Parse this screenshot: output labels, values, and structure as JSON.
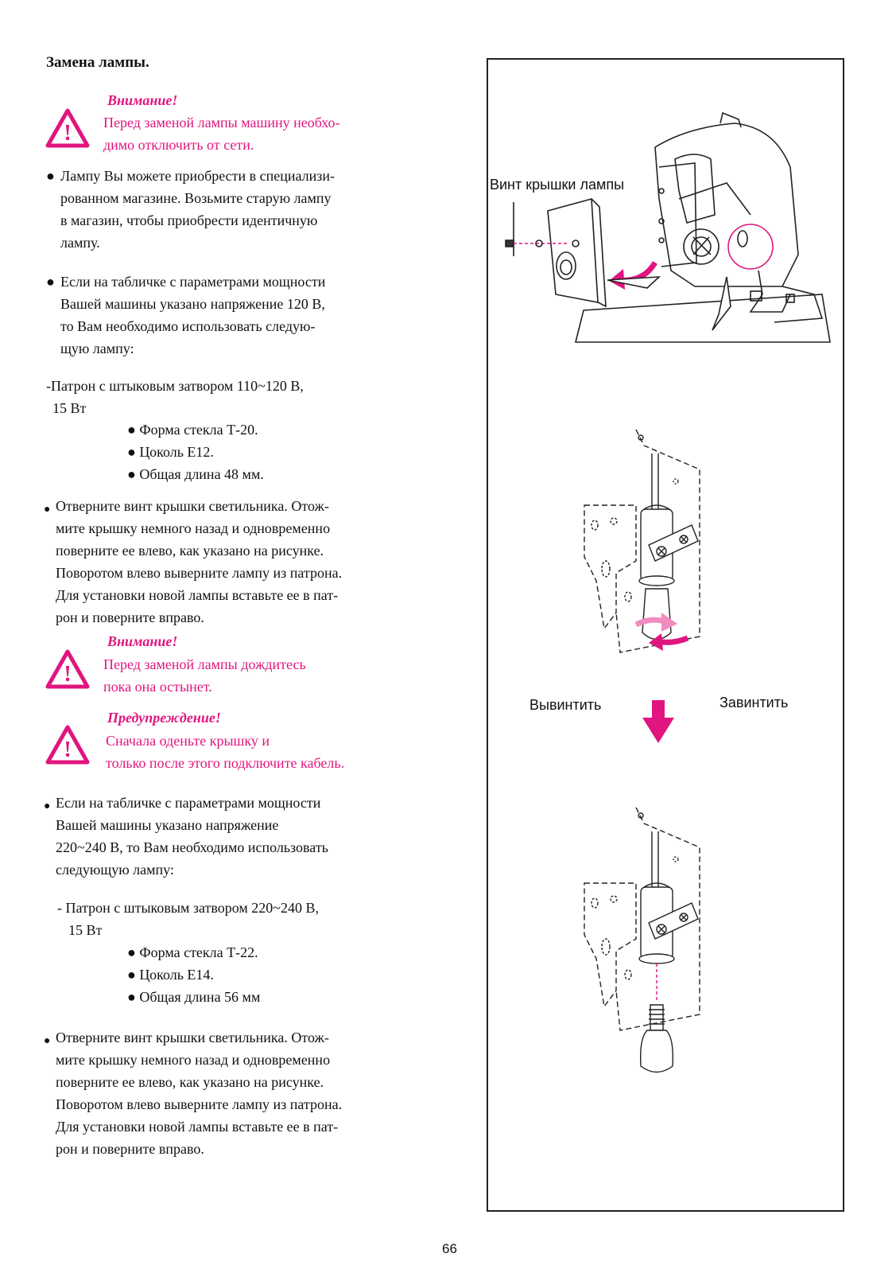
{
  "title": "Замена   лампы.",
  "warning1": {
    "heading": "Внимание!",
    "lines": [
      "Перед заменой лампы машину необхо-",
      "димо отключить от сети."
    ]
  },
  "para1": [
    "Лампу Вы можете приобрести в специализи-",
    "рованном магазине. Возьмите старую лампу",
    "в магазин, чтобы приобрести идентичную",
    "лампу."
  ],
  "para2": [
    "Если на табличке с параметрами мощности",
    "Вашей машины указано напряжение 120 В,",
    "то Вам необходимо использовать следую-",
    "щую лампу:"
  ],
  "spec1": {
    "lines": [
      "-Патрон с штыковым затвором 110~120 В,",
      "15 Вт"
    ],
    "items": [
      "Форма стекла Т-20.",
      "Цоколь Е12.",
      "Общая длина 48 мм."
    ]
  },
  "para3": [
    "Отверните винт крышки светильника. Отож-",
    "мите крышку немного назад и одновременно",
    "поверните  ее  влево,  как  указано на рисунке.",
    "Поворотом влево выверните лампу из патрона.",
    "Для установки новой лампы вставьте ее в пат-",
    "рон и поверните вправо."
  ],
  "warning2": {
    "heading": "Внимание!",
    "lines": [
      "Перед заменой лампы дождитесь",
      "пока она остынет."
    ]
  },
  "warning3": {
    "heading": "Предупреждение!",
    "lines": [
      "Сначала оденьте крышку и",
      "только после этого подключите кабель."
    ]
  },
  "para4": [
    "Если на табличке с параметрами мощности",
    "Вашей   машины   указано   напряжение",
    "220~240 В, то Вам необходимо использовать",
    "следующую лампу:"
  ],
  "spec2": {
    "lines": [
      "-  Патрон с штыковым затвором 220~240 В,",
      "15 Вт"
    ],
    "items": [
      "Форма стекла Т-22.",
      "Цоколь Е14.",
      "Общая длина 56 мм"
    ]
  },
  "para5": [
    "Отверните винт крышки светильника. Отож-",
    "мите крышку немного назад и одновременно",
    "поверните ее  влево,  как указано   на  рисунке.",
    "Поворотом влево выверните лампу из патрона.",
    "Для установки новой лампы вставьте ее в пат-",
    "рон и поверните вправо."
  ],
  "figure": {
    "screw_label": "Винт крышки лампы",
    "unscrew_label": "Вывинтить",
    "screw_in_label": "Завинтить"
  },
  "page_number": "66",
  "colors": {
    "accent": "#e0157f",
    "arrow_light": "#f08cbf",
    "text": "#111111"
  }
}
